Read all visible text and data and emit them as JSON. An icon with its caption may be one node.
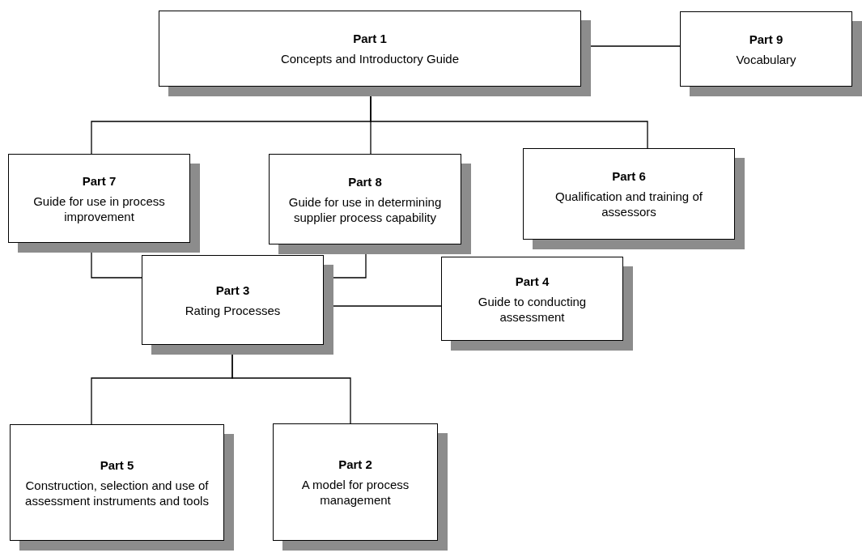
{
  "diagram": {
    "nodes": [
      {
        "text": [
          "Part 1",
          "Concepts and Introductory Guide"
        ]
      },
      {
        "text": [
          "Part 9",
          "Vocabulary"
        ]
      },
      {
        "text": [
          "Part 7",
          "Guide for use in process improvement"
        ]
      },
      {
        "text": [
          "Part 8",
          "Guide for use in determining supplier process capability"
        ]
      },
      {
        "text": [
          "Part 6",
          "Qualification and training of assessors"
        ]
      },
      {
        "text": [
          "Part 3",
          "Rating Processes"
        ]
      },
      {
        "text": [
          "Part 4",
          "Guide to conducting assessment"
        ]
      },
      {
        "text": [
          "Part 5",
          "Construction, selection and use of assessment instruments and tools"
        ]
      },
      {
        "text": [
          "Part 2",
          "A model for process management"
        ]
      }
    ],
    "edges": [
      {
        "from": 0,
        "to": 1,
        "arrow": "none"
      },
      {
        "from": 0,
        "to": 2,
        "arrow": "none"
      },
      {
        "from": 0,
        "to": 3,
        "arrow": "none"
      },
      {
        "from": 0,
        "to": 4,
        "arrow": "none"
      },
      {
        "from": 2,
        "to": 5,
        "arrow": "none"
      },
      {
        "from": 3,
        "to": 5,
        "arrow": "none"
      },
      {
        "from": 5,
        "to": 6,
        "arrow": "none"
      },
      {
        "from": 5,
        "to": 7,
        "arrow": "none"
      },
      {
        "from": 5,
        "to": 8,
        "arrow": "none"
      }
    ]
  }
}
